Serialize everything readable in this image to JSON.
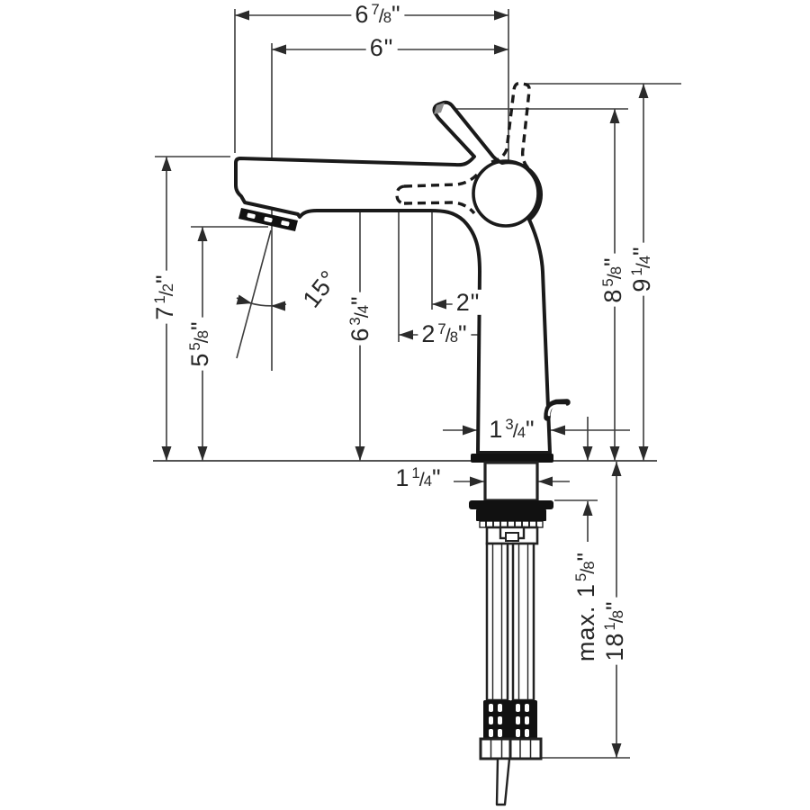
{
  "dimensions": {
    "overall_width": {
      "whole": "6",
      "num": "7",
      "den": "8",
      "unit": "\""
    },
    "spout_reach": {
      "whole": "6",
      "unit": "\""
    },
    "spout_height": {
      "whole": "7",
      "num": "1",
      "den": "2",
      "unit": "\""
    },
    "aerator_height": {
      "whole": "5",
      "num": "5",
      "den": "8",
      "unit": "\""
    },
    "outlet_height": {
      "whole": "6",
      "num": "3",
      "den": "4",
      "unit": "\""
    },
    "spout_angle": {
      "whole": "15",
      "unit": "°"
    },
    "handle_width": {
      "whole": "2",
      "unit": "\""
    },
    "handle_reach": {
      "whole": "2",
      "num": "7",
      "den": "8",
      "unit": "\""
    },
    "handle_height": {
      "whole": "8",
      "num": "5",
      "den": "8",
      "unit": "\""
    },
    "handle_height_open": {
      "whole": "9",
      "num": "1",
      "den": "4",
      "unit": "\""
    },
    "base_width": {
      "whole": "1",
      "num": "3",
      "den": "4",
      "unit": "\""
    },
    "shank_width": {
      "whole": "1",
      "num": "1",
      "den": "4",
      "unit": "\""
    },
    "max_counter_thickness": {
      "pre": "max. ",
      "whole": "1",
      "num": "5",
      "den": "8",
      "unit": "\""
    },
    "hose_length": {
      "whole": "18",
      "num": "1",
      "den": "8",
      "unit": "\""
    }
  },
  "colors": {
    "line": "#1a1a1a",
    "thin_line": "#3c3c3c",
    "fill": "#ffffff",
    "dark_fill": "#111111",
    "text": "#262626"
  }
}
